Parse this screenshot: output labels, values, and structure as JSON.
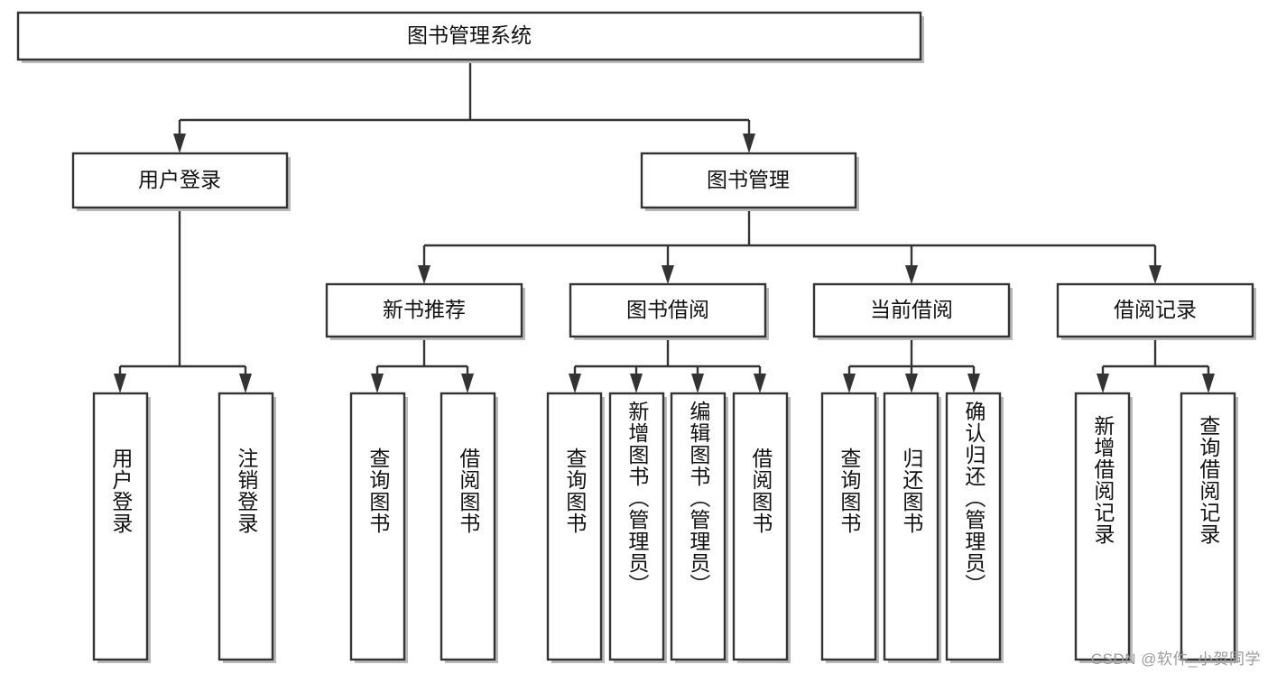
{
  "diagram": {
    "type": "tree-hierarchy-flowchart",
    "title": "图书管理系统",
    "root": {
      "id": "root",
      "label": "图书管理系统"
    },
    "level2": [
      {
        "id": "user-login",
        "label": "用户登录"
      },
      {
        "id": "book-manage",
        "label": "图书管理"
      }
    ],
    "level3": [
      {
        "id": "new-book-rec",
        "label": "新书推荐",
        "parent": "book-manage"
      },
      {
        "id": "book-borrow",
        "label": "图书借阅",
        "parent": "book-manage"
      },
      {
        "id": "current-borrow",
        "label": "当前借阅",
        "parent": "book-manage"
      },
      {
        "id": "borrow-record",
        "label": "借阅记录",
        "parent": "book-manage"
      }
    ],
    "leaves": [
      {
        "id": "leaf-user-login",
        "label": "用户登录",
        "parent": "user-login"
      },
      {
        "id": "leaf-logout",
        "label": "注销登录",
        "parent": "user-login"
      },
      {
        "id": "leaf-query-book-1",
        "label": "查询图书",
        "parent": "new-book-rec"
      },
      {
        "id": "leaf-borrow-book-1",
        "label": "借阅图书",
        "parent": "new-book-rec"
      },
      {
        "id": "leaf-query-book-2",
        "label": "查询图书",
        "parent": "book-borrow"
      },
      {
        "id": "leaf-add-book",
        "label": "新增图书（管理员）",
        "parent": "book-borrow"
      },
      {
        "id": "leaf-edit-book",
        "label": "编辑图书（管理员）",
        "parent": "book-borrow"
      },
      {
        "id": "leaf-borrow-book-2",
        "label": "借阅图书",
        "parent": "book-borrow"
      },
      {
        "id": "leaf-query-book-3",
        "label": "查询图书",
        "parent": "current-borrow"
      },
      {
        "id": "leaf-return-book",
        "label": "归还图书",
        "parent": "current-borrow"
      },
      {
        "id": "leaf-confirm-return",
        "label": "确认归还（管理员）",
        "parent": "current-borrow"
      },
      {
        "id": "leaf-add-record",
        "label": "新增借阅记录",
        "parent": "borrow-record"
      },
      {
        "id": "leaf-query-record",
        "label": "查询借阅记录",
        "parent": "borrow-record"
      }
    ],
    "colors": {
      "box_fill": "#ffffff",
      "box_stroke": "#333333",
      "text": "#111111",
      "shadow": "#b9b9b9",
      "watermark": "#9b9b9b"
    }
  },
  "watermark": {
    "text": "CSDN @软件_小贺同学"
  }
}
